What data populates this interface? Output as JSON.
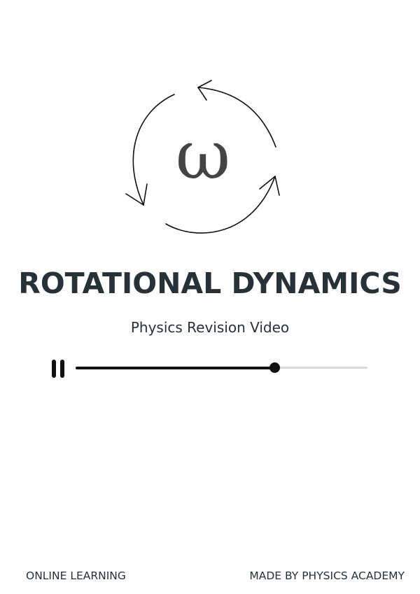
{
  "logo": {
    "symbol": "ω",
    "icon": "rotation-arrows-icon",
    "symbol_color": "#444444"
  },
  "title": "ROTATIONAL DYNAMICS",
  "subtitle": "Physics Revision Video",
  "player": {
    "state": "playing",
    "pause_icon": "pause-icon",
    "progress_percent": 68,
    "track_color": "#d8d8d8",
    "fill_color": "#111111"
  },
  "footer": {
    "left": "ONLINE LEARNING",
    "right": "MADE BY PHYSICS ACADEMY"
  },
  "colors": {
    "text": "#263238",
    "background": "#fefefe"
  }
}
